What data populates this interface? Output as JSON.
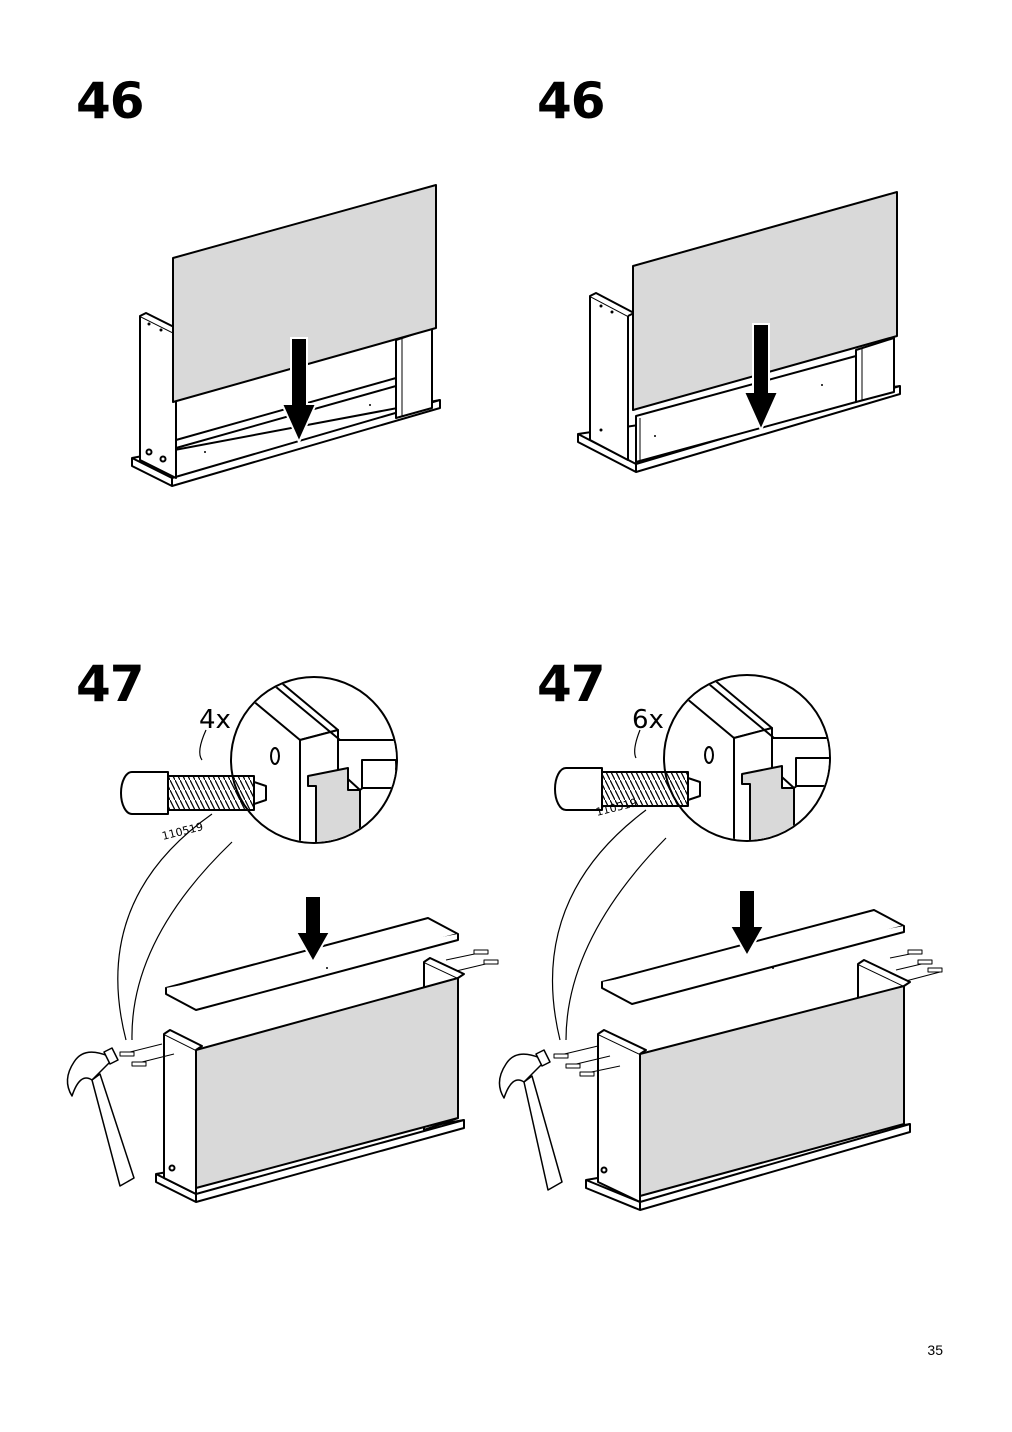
{
  "steps": [
    {
      "number": "46"
    },
    {
      "number": "46"
    },
    {
      "number": "47",
      "quantity": "4x",
      "part_number": "110519"
    },
    {
      "number": "47",
      "quantity": "6x",
      "part_number": "110519"
    }
  ],
  "page_number": "35",
  "colors": {
    "panel_grey": "#d9d9d9",
    "line": "#000000"
  },
  "icons": [
    "down-arrow-icon",
    "hammer-icon",
    "dowel-icon",
    "screw-icon"
  ]
}
